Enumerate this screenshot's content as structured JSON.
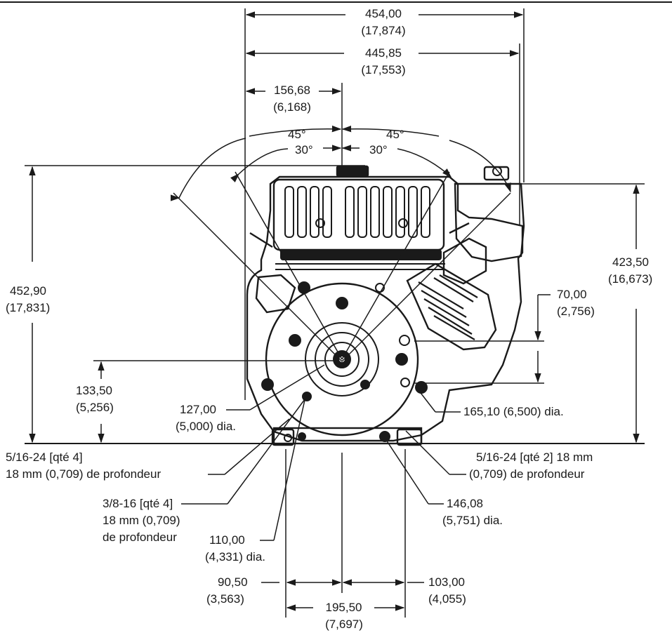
{
  "dimensions": {
    "overall_width": {
      "value": "454,00",
      "inch": "(17,874)"
    },
    "width_2": {
      "value": "445,85",
      "inch": "(17,553)"
    },
    "offset_left": {
      "value": "156,68",
      "inch": "(6,168)"
    },
    "angle_outer_left": "45°",
    "angle_outer_right": "45°",
    "angle_inner_left": "30°",
    "angle_inner_right": "30°",
    "height_left": {
      "value": "452,90",
      "inch": "(17,831)"
    },
    "height_right": {
      "value": "423,50",
      "inch": "(16,673)"
    },
    "offset_70": {
      "value": "70,00",
      "inch": "(2,756)"
    },
    "shaft_height": {
      "value": "133,50",
      "inch": "(5,256)"
    },
    "bolt_circle_127": {
      "value": "127,00",
      "inch": "(5,000) dia."
    },
    "bolt_circle_165": {
      "text": "165,10 (6,500) dia."
    },
    "bolt_circle_146": {
      "value": "146,08",
      "inch": "(5,751) dia."
    },
    "bolt_circle_110": {
      "value": "110,00",
      "inch": "(4,331) dia."
    },
    "base_90": {
      "value": "90,50",
      "inch": "(3,563)"
    },
    "base_103": {
      "value": "103,00",
      "inch": "(4,055)"
    },
    "base_195": {
      "value": "195,50",
      "inch": "(7,697)"
    }
  },
  "notes": {
    "thread_5_16_x4": {
      "line1": "5/16-24 [qté 4]",
      "line2": "18 mm (0,709) de profondeur"
    },
    "thread_5_16_x2": {
      "line1": "5/16-24 [qté 2] 18 mm",
      "line2": "(0,709) de profondeur"
    },
    "thread_3_8_x4": {
      "line1": "3/8-16 [qté 4]",
      "line2": "18 mm (0,709)",
      "line3": "de profondeur"
    }
  }
}
